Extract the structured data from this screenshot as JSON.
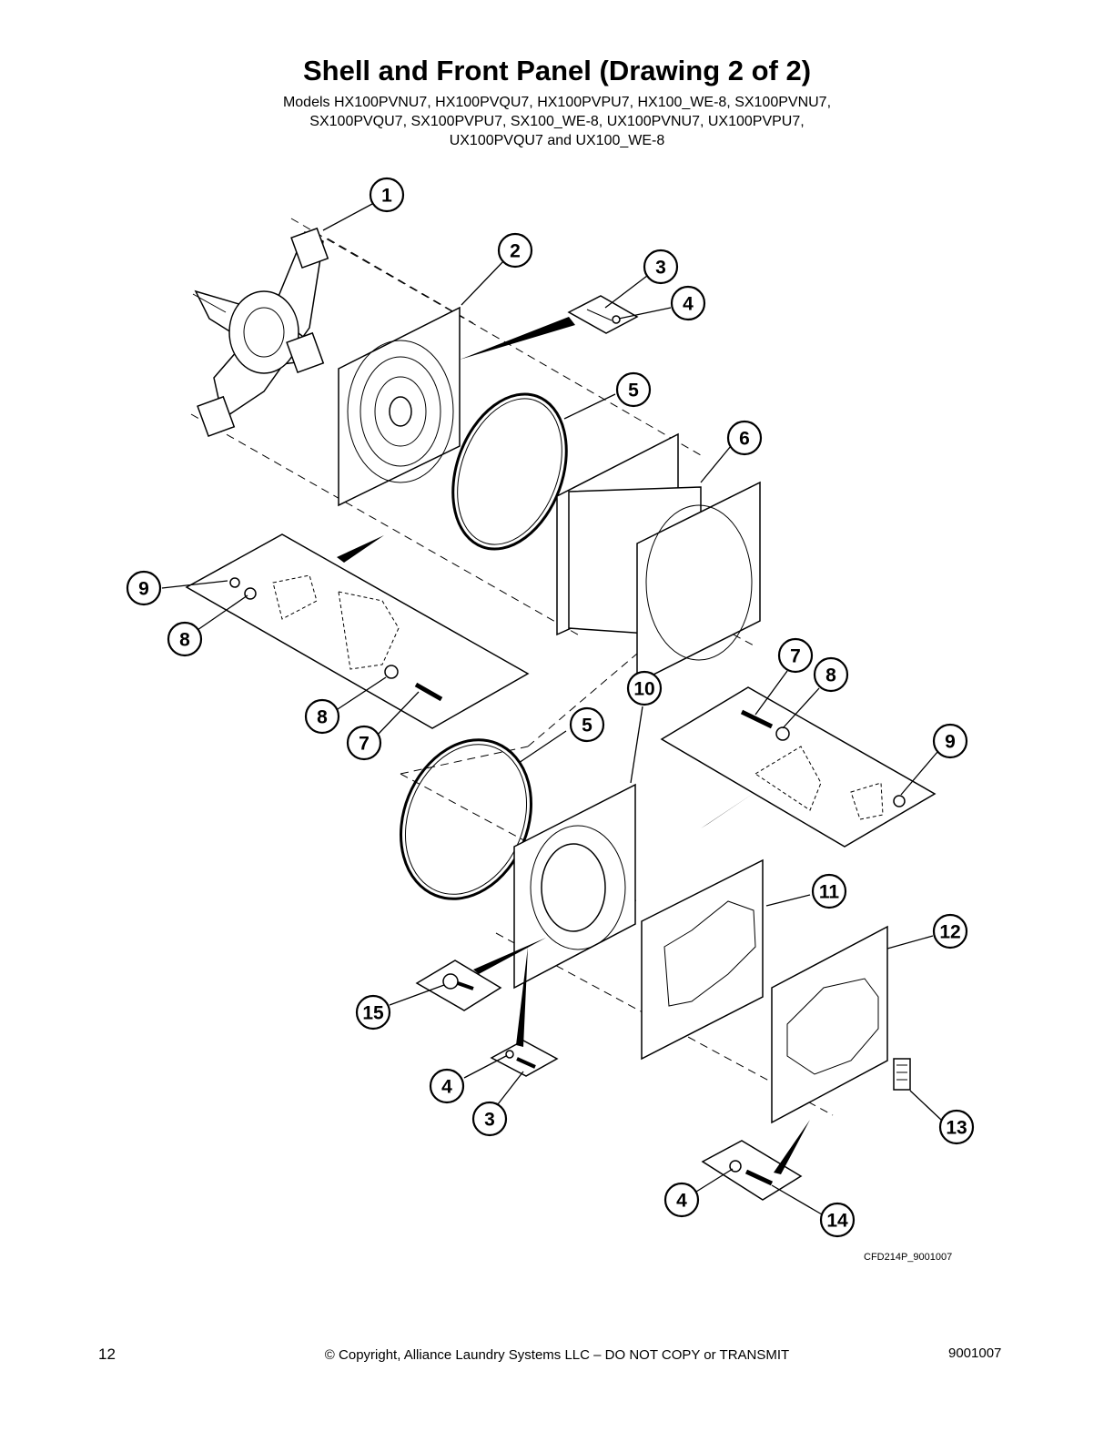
{
  "header": {
    "title": "Shell and Front Panel (Drawing 2 of 2)",
    "models_lines": [
      "Models HX100PVNU7, HX100PVQU7, HX100PVPU7, HX100_WE-8, SX100PVNU7,",
      "SX100PVQU7, SX100PVPU7, SX100_WE-8, UX100PVNU7, UX100PVPU7,",
      "UX100PVQU7 and UX100_WE-8"
    ]
  },
  "callouts": [
    "1",
    "2",
    "3",
    "4",
    "5",
    "6",
    "9",
    "8",
    "8",
    "7",
    "7",
    "8",
    "5",
    "10",
    "9",
    "11",
    "12",
    "15",
    "4",
    "3",
    "13",
    "4",
    "14"
  ],
  "drawing_code": "CFD214P_9001007",
  "footer": {
    "page_number": "12",
    "copyright": "© Copyright, Alliance Laundry Systems LLC – DO NOT COPY or TRANSMIT",
    "doc_number": "9001007"
  }
}
